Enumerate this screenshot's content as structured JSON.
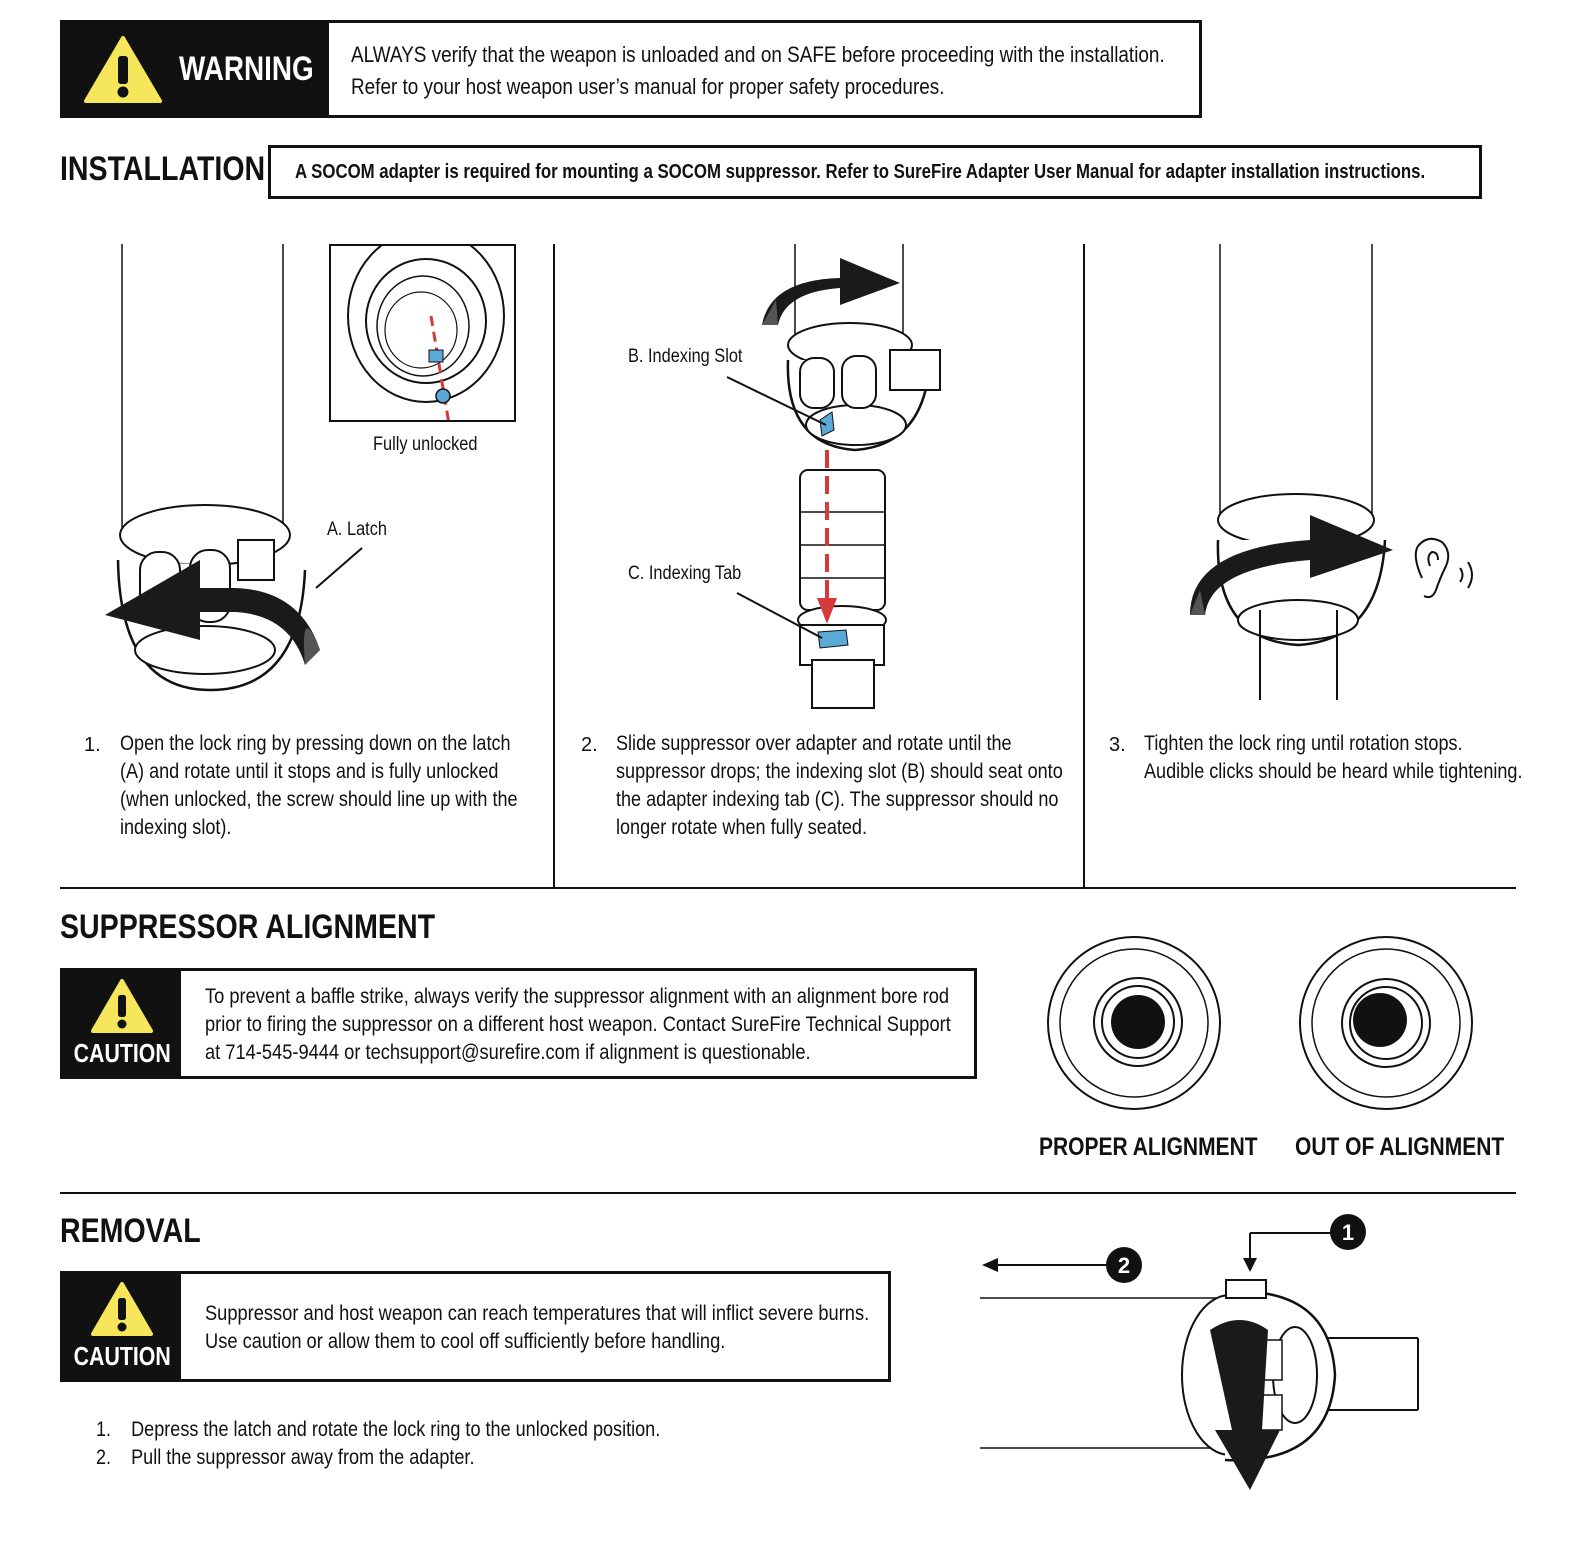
{
  "warning": {
    "label": "WARNING",
    "line1": "ALWAYS verify that the weapon is unloaded and on SAFE before proceeding with the installation.",
    "line2": "Refer to your host weapon user’s manual for proper safety procedures."
  },
  "installation": {
    "title": "INSTALLATION",
    "note": "A SOCOM adapter is required for mounting a SOCOM suppressor. Refer to SureFire Adapter User Manual for adapter installation instructions.",
    "labels": {
      "fully_unlocked": "Fully unlocked",
      "latch": "A. Latch",
      "indexing_slot": "B. Indexing Slot",
      "indexing_tab": "C. Indexing Tab"
    },
    "steps": [
      {
        "num": "1.",
        "lines": [
          "Open the lock ring by pressing down on the latch",
          "(A) and rotate until it stops and is fully unlocked",
          "(when unlocked, the screw should line up with the",
          "indexing slot)."
        ]
      },
      {
        "num": "2.",
        "lines": [
          "Slide suppressor over adapter and rotate until the",
          "suppressor drops; the indexing slot (B) should seat onto",
          "the adapter indexing tab (C). The suppressor should no",
          "longer rotate when fully seated."
        ]
      },
      {
        "num": "3.",
        "lines": [
          "Tighten the lock ring until rotation stops.",
          "Audible clicks should be heard while tightening."
        ]
      }
    ]
  },
  "alignment": {
    "title": "SUPPRESSOR ALIGNMENT",
    "caution_label": "CAUTION",
    "lines": [
      "To prevent a baffle strike, always verify the suppressor alignment with an alignment bore rod",
      "prior to firing the suppressor on a different host weapon. Contact SureFire Technical Support",
      "at 714-545-9444 or techsupport@surefire.com if alignment is questionable."
    ],
    "proper": "PROPER ALIGNMENT",
    "out": "OUT OF ALIGNMENT"
  },
  "removal": {
    "title": "REMOVAL",
    "caution_label": "CAUTION",
    "lines": [
      "Suppressor and host weapon can reach temperatures that will inflict severe burns.",
      "Use caution or allow them to cool off sufficiently before handling."
    ],
    "steps": [
      {
        "num": "1.",
        "text": "Depress the latch and rotate the lock ring to the unlocked position."
      },
      {
        "num": "2.",
        "text": "Pull the suppressor away from the adapter."
      }
    ],
    "markers": [
      "1",
      "2"
    ]
  },
  "colors": {
    "dark": "#111111",
    "warning_yellow": "#f5e65c",
    "index_blue": "#5aa9d6",
    "guide_red": "#d63a3a"
  }
}
